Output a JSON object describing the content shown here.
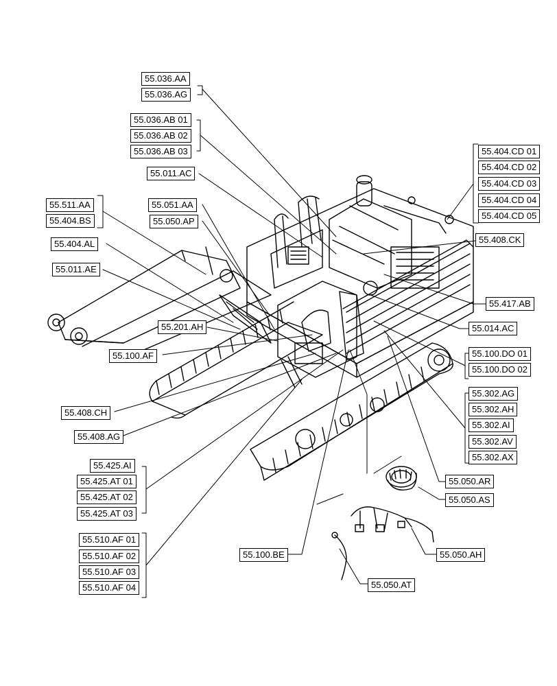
{
  "callouts": {
    "c_036_aa": "55.036.AA",
    "c_036_ag": "55.036.AG",
    "c_036_ab01": "55.036.AB 01",
    "c_036_ab02": "55.036.AB 02",
    "c_036_ab03": "55.036.AB 03",
    "c_011_ac": "55.011.AC",
    "c_511_aa": "55.511.AA",
    "c_404_bs": "55.404.BS",
    "c_051_aa": "55.051.AA",
    "c_050_ap": "55.050.AP",
    "c_404_al": "55.404.AL",
    "c_011_ae": "55.011.AE",
    "c_201_ah": "55.201.AH",
    "c_100_af": "55.100.AF",
    "c_408_ch": "55.408.CH",
    "c_408_ag": "55.408.AG",
    "c_425_ai": "55.425.AI",
    "c_425_at01": "55.425.AT 01",
    "c_425_at02": "55.425.AT 02",
    "c_425_at03": "55.425.AT 03",
    "c_510_af01": "55.510.AF 01",
    "c_510_af02": "55.510.AF 02",
    "c_510_af03": "55.510.AF 03",
    "c_510_af04": "55.510.AF 04",
    "c_100_be": "55.100.BE",
    "c_050_at": "55.050.AT",
    "c_050_ah": "55.050.AH",
    "c_050_as": "55.050.AS",
    "c_050_ar": "55.050.AR",
    "c_302_ag": "55.302.AG",
    "c_302_ah": "55.302.AH",
    "c_302_ai": "55.302.AI",
    "c_302_av": "55.302.AV",
    "c_302_ax": "55.302.AX",
    "c_100_do01": "55.100.DO 01",
    "c_100_do02": "55.100.DO 02",
    "c_014_ac": "55.014.AC",
    "c_417_ab": "55.417.AB",
    "c_408_ck": "55.408.CK",
    "c_404_cd01": "55.404.CD 01",
    "c_404_cd02": "55.404.CD 02",
    "c_404_cd03": "55.404.CD 03",
    "c_404_cd04": "55.404.CD 04",
    "c_404_cd05": "55.404.CD 05"
  }
}
